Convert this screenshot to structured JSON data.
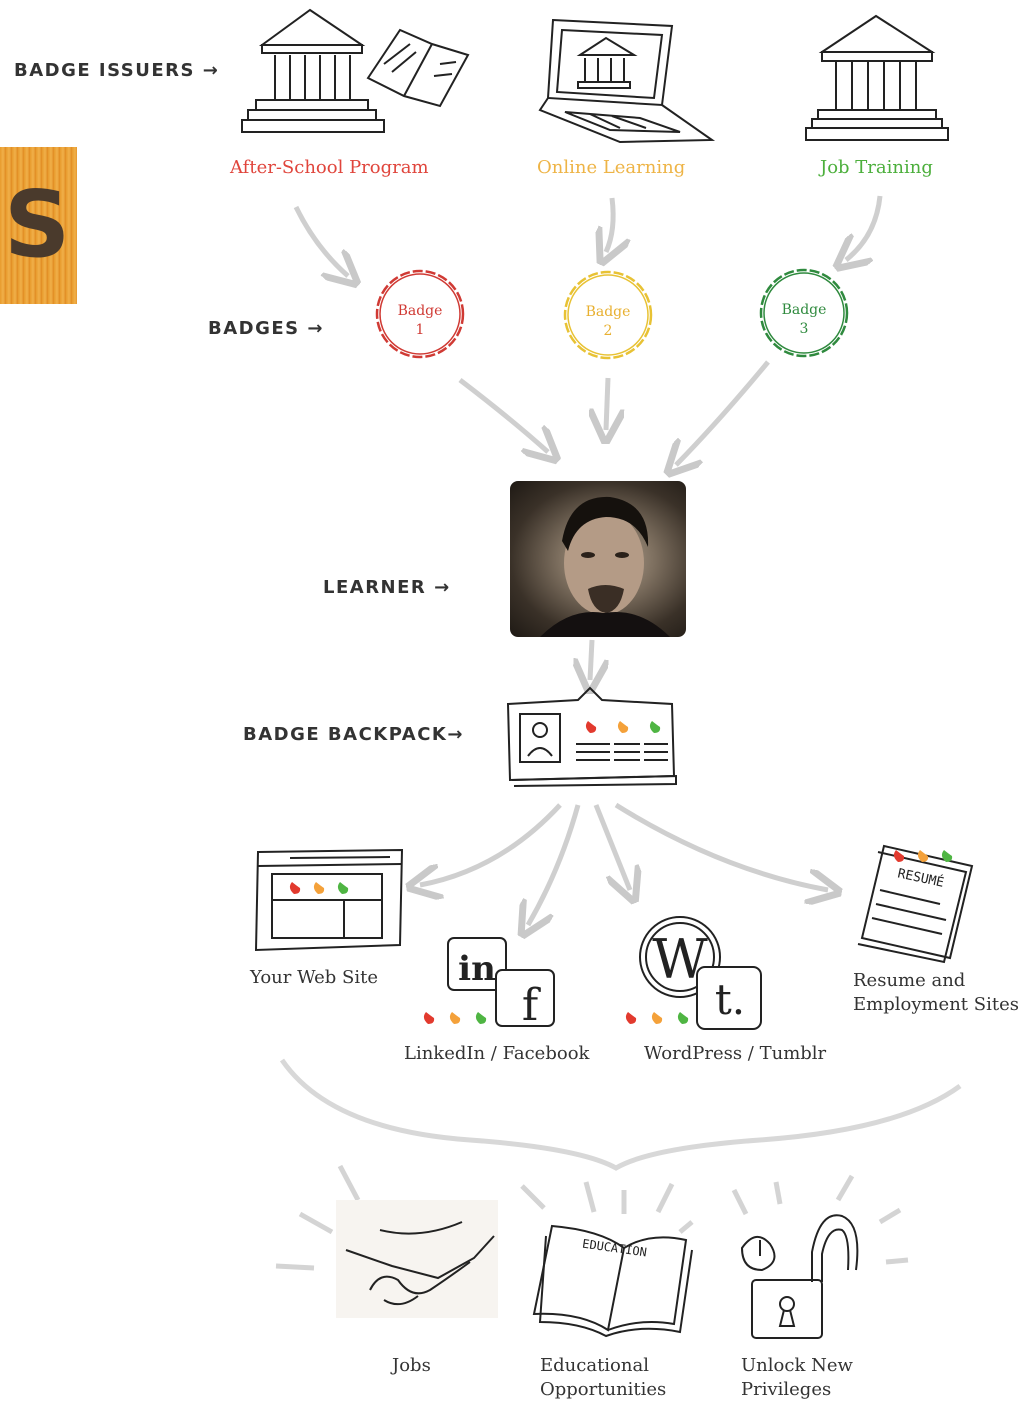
{
  "side_tile": {
    "letter": "S"
  },
  "labels": {
    "issuers": "BADGE ISSUERS",
    "badges": "BADGES",
    "learner": "LEARNER",
    "backpack": "BADGE BACKPACK",
    "arrow": "→"
  },
  "issuers": [
    {
      "label": "After-School Program",
      "color": "#e0453c",
      "icon": "building-book-icon"
    },
    {
      "label": "Online Learning",
      "color": "#eeb446",
      "icon": "laptop-building-icon"
    },
    {
      "label": "Job Training",
      "color": "#4caf3c",
      "icon": "building-icon"
    }
  ],
  "badges": [
    {
      "word": "Badge",
      "num": "1",
      "color": "#d03a34"
    },
    {
      "word": "Badge",
      "num": "2",
      "color": "#e8c234"
    },
    {
      "word": "Badge",
      "num": "3",
      "color": "#2f8a3e"
    }
  ],
  "destinations": [
    {
      "label": "Your Web Site"
    },
    {
      "label": "LinkedIn / Facebook"
    },
    {
      "label": "WordPress / Tumblr"
    },
    {
      "label": "Resume and Employment Sites"
    }
  ],
  "outcomes": [
    {
      "label": "Jobs"
    },
    {
      "label": "Educational Opportunities"
    },
    {
      "label": "Unlock New Privileges"
    }
  ],
  "icons_text": {
    "linkedin": "in",
    "facebook": "f",
    "wordpress": "W",
    "tumblr": "t.",
    "resume": "RESUMÉ",
    "education": "EDUCATION"
  },
  "dot_colors": [
    "#e23a2e",
    "#f4a13a",
    "#4fb543"
  ]
}
